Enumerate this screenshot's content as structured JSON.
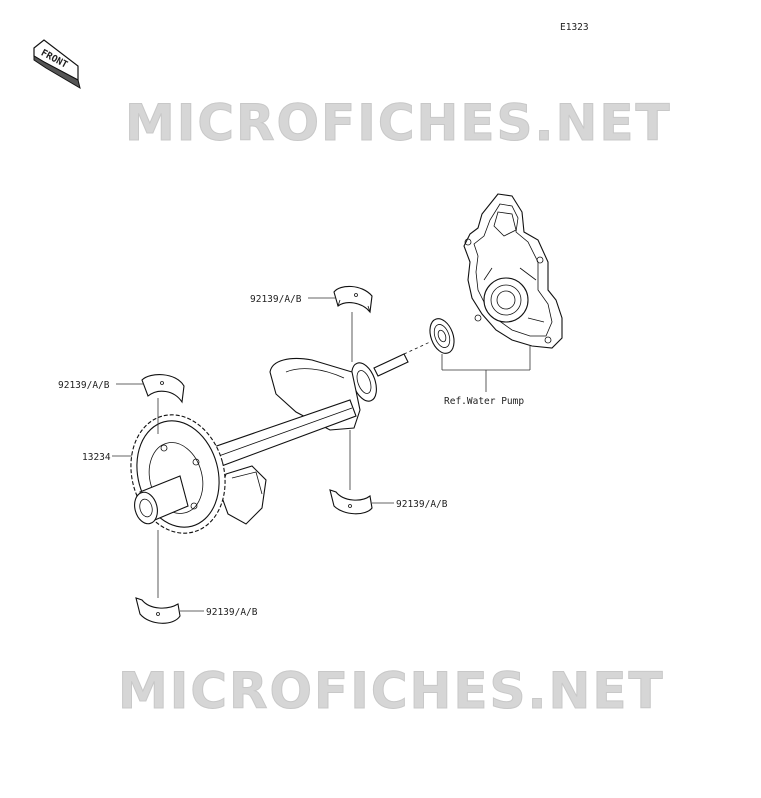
{
  "diagram_code": "E1323",
  "front_label": "FRONT",
  "watermark_top": "MICROFICHES.NET",
  "watermark_bottom": "MICROFICHES.NET",
  "callouts": {
    "bearing_top_center": "92139/A/B",
    "bearing_left_upper": "92139/A/B",
    "gear": "13234",
    "bearing_right_lower": "92139/A/B",
    "bearing_bottom_left": "92139/A/B",
    "ref_water_pump": "Ref.Water Pump"
  },
  "colors": {
    "line": "#111111",
    "watermark": "#d6d6d6",
    "background": "#ffffff"
  }
}
